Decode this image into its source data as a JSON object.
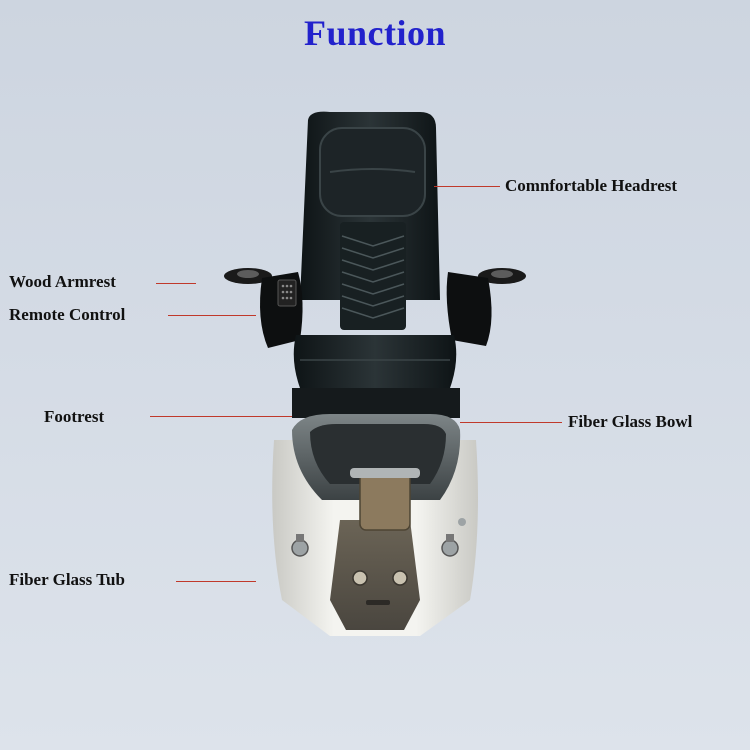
{
  "title": "Function",
  "labels": {
    "headrest": "Comnfortable Headrest",
    "armrest": "Wood Armrest",
    "remote": "Remote Control",
    "footrest": "Footrest",
    "bowl": "Fiber Glass Bowl",
    "tub": "Fiber Glass Tub"
  },
  "colors": {
    "title": "#2222cc",
    "leader_line": "#c0392b"
  }
}
